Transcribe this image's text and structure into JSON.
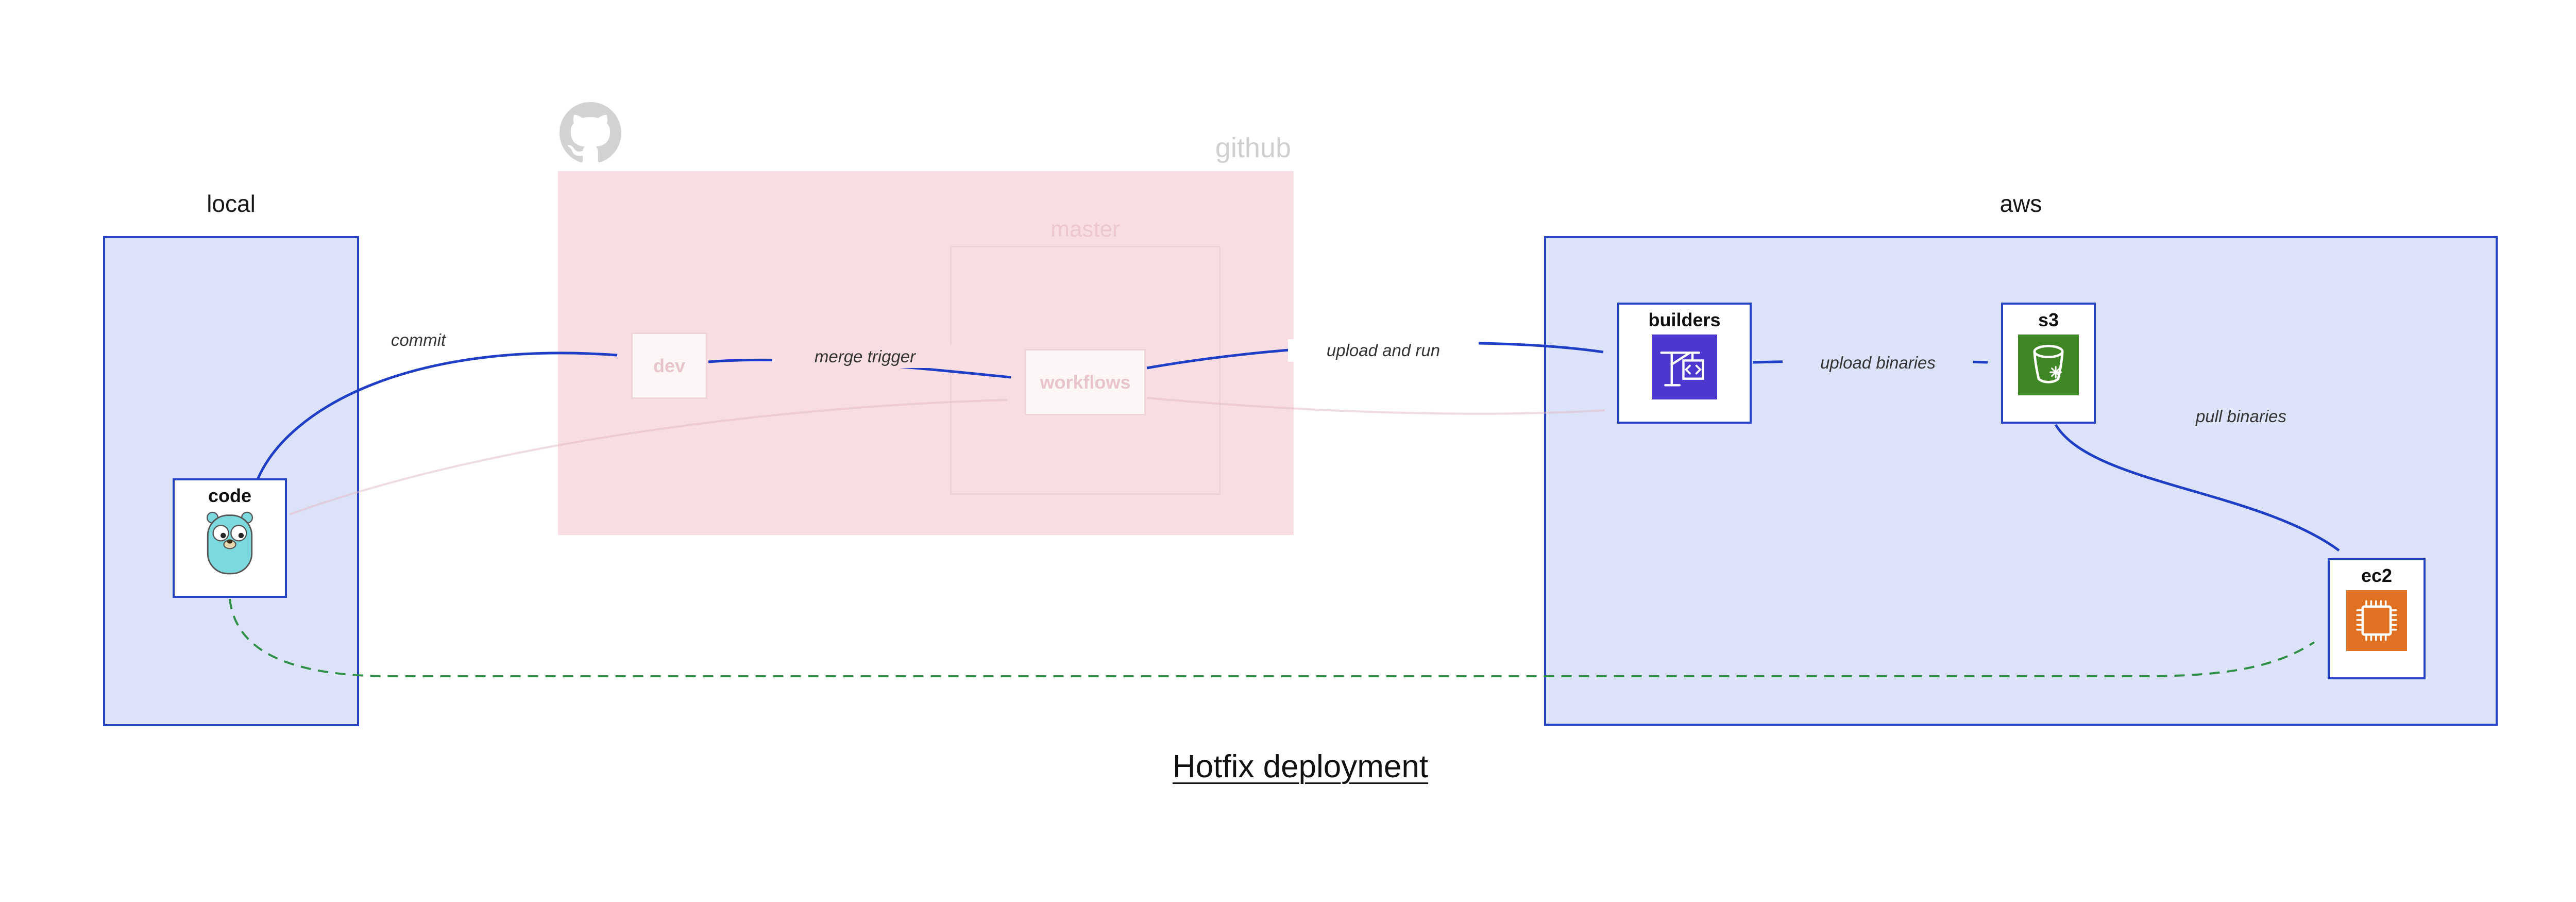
{
  "title": "Hotfix deployment",
  "containers": {
    "local": {
      "label": "local"
    },
    "github": {
      "label": "github"
    },
    "master": {
      "label": "master"
    },
    "aws": {
      "label": "aws"
    }
  },
  "nodes": {
    "code": {
      "label": "code",
      "icon": "go-gopher-icon"
    },
    "dev": {
      "label": "dev"
    },
    "workflows": {
      "label": "workflows"
    },
    "builders": {
      "label": "builders",
      "icon": "aws-codebuild-icon"
    },
    "s3": {
      "label": "s3",
      "icon": "aws-s3-bucket-icon"
    },
    "ec2": {
      "label": "ec2",
      "icon": "aws-ec2-chip-icon"
    }
  },
  "edges": {
    "commit": {
      "label": "commit",
      "style": "solid-blue",
      "from": "code",
      "to": "dev"
    },
    "merge_trigger": {
      "label": "merge trigger",
      "style": "solid-blue",
      "from": "dev",
      "to": "workflows"
    },
    "upload_and_run": {
      "label": "upload and run",
      "style": "solid-blue",
      "from": "workflows",
      "to": "builders"
    },
    "upload_binaries": {
      "label": "upload binaries",
      "style": "solid-blue",
      "from": "builders",
      "to": "s3"
    },
    "pull_binaries": {
      "label": "pull binaries",
      "style": "solid-blue",
      "from": "s3",
      "to": "ec2"
    },
    "hotfix_path": {
      "label": "",
      "style": "dashed-green",
      "from": "code",
      "to": "ec2"
    }
  },
  "colors": {
    "active_edge_blue": "#1f3ec6",
    "hotfix_edge_green": "#2f8f46",
    "faded_edge_pink": "#e3bac3",
    "container_fill_blue": "#dce3f8",
    "container_border_blue": "#2643c4",
    "github_fill_pink": "#f8dee2",
    "faded_pink_border": "#eed3d8",
    "faded_pink_text": "#e8c4cb",
    "octocat_gray": "#d2d2d2",
    "codebuild_purple": "#4b39cf",
    "s3_green": "#3f8624",
    "ec2_orange": "#e07022",
    "gopher_teal": "#7cd9de"
  }
}
